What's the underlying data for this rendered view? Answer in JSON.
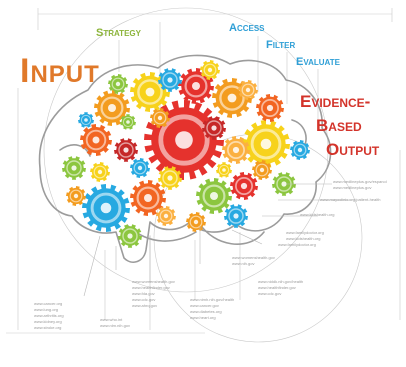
{
  "labels": {
    "input": "Input",
    "strategy": "Strategy",
    "access": "Access",
    "filter": "Filter",
    "evaluate": "Evaluate",
    "output": [
      "Evidence-",
      "Based",
      "Output"
    ]
  },
  "urls": [
    "www.medlineplus.gov/espanol",
    "www.medlineplus.gov",
    "www.mayoclinic.org/patient-health",
    "www.kidshealth.org",
    "www.familydoctor.org",
    "www.kidshealth.org",
    "www.familydoctor.org",
    "www.womenshealth.gov",
    "www.nih.gov",
    "www.niddk.nih.gov/health",
    "www.healthfinder.gov",
    "www.cdc.gov",
    "www.nimh.nih.gov/health",
    "www.cancer.gov",
    "www.diabetes.org",
    "www.heart.org",
    "www.womenshealth.gov",
    "www.healthfinder.gov",
    "www.fda.gov",
    "www.cdc.gov",
    "www.ahrq.gov",
    "www.who.int",
    "www.nlm.nih.gov",
    "www.cancer.org",
    "www.lung.org",
    "www.arthritis.org",
    "www.kidney.org",
    "www.stroke.org"
  ],
  "colors": {
    "input": "#e0792a",
    "strategy": "#8cb43a",
    "workflow_steps": "#2f9fd6",
    "output": "#d3332a",
    "brain_outline": "#9c9c9c",
    "gear_palette": [
      "#e5322d",
      "#f39c1f",
      "#f7d21b",
      "#8cc63f",
      "#27a9e1",
      "#f26522",
      "#c62828",
      "#fbb040"
    ]
  },
  "icons": [
    "brain-outline",
    "gear-icon",
    "guide-circle"
  ]
}
